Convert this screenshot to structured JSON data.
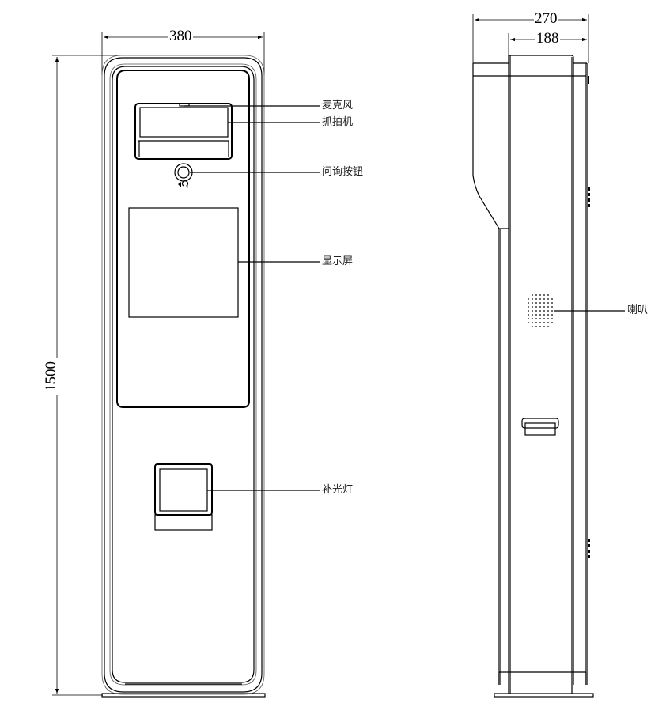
{
  "front_view": {
    "dimensions": {
      "width": "380",
      "height": "1500"
    },
    "callouts": [
      {
        "id": "microphone",
        "label": "麦克风"
      },
      {
        "id": "camera",
        "label": "抓拍机"
      },
      {
        "id": "inquiry-button",
        "label": "问询按钮"
      },
      {
        "id": "display",
        "label": "显示屏"
      },
      {
        "id": "fill-light",
        "label": "补光灯"
      }
    ]
  },
  "side_view": {
    "dimensions": {
      "total_depth": "270",
      "body_depth": "188"
    },
    "callouts": [
      {
        "id": "speaker",
        "label": "喇叭"
      }
    ]
  },
  "colors": {
    "line": "#000000",
    "background": "#ffffff"
  }
}
